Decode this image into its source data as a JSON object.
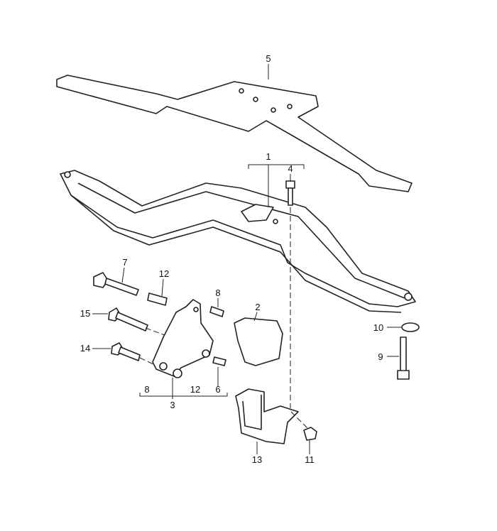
{
  "diagram": {
    "labels": {
      "p1": "1",
      "p2": "2",
      "p3": "3",
      "p4": "4",
      "p5": "5",
      "p6": "6",
      "p7": "7",
      "p8a": "8",
      "p8b": "8",
      "p9": "9",
      "p10": "10",
      "p11": "11",
      "p12a": "12",
      "p12b": "12",
      "p13": "13",
      "p14": "14",
      "p15": "15"
    }
  }
}
